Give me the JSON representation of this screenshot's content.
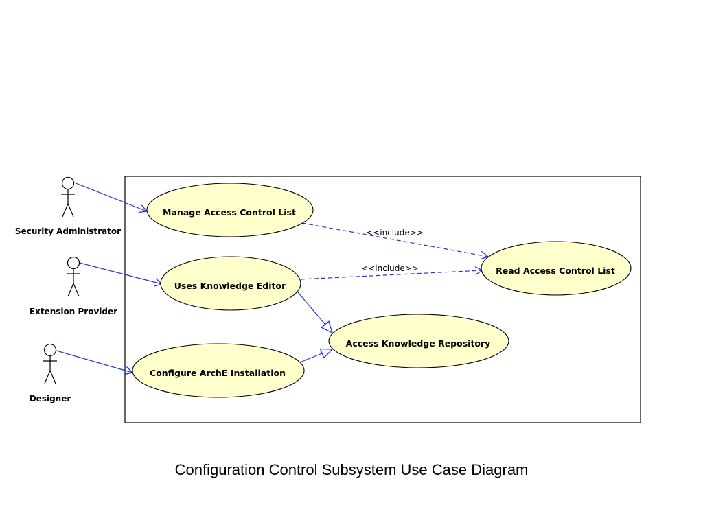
{
  "caption": "Configuration Control Subsystem Use Case Diagram",
  "colors": {
    "usecase_fill": "#ffffcc",
    "connector": "#2233dd",
    "outline": "#000000"
  },
  "actors": [
    {
      "id": "security-administrator",
      "label": "Security Administrator"
    },
    {
      "id": "extension-provider",
      "label": "Extension Provider"
    },
    {
      "id": "designer",
      "label": "Designer"
    }
  ],
  "use_cases": [
    {
      "id": "manage-acl",
      "label": "Manage Access Control List"
    },
    {
      "id": "uses-knowledge-editor",
      "label": "Uses Knowledge Editor"
    },
    {
      "id": "configure-arche",
      "label": "Configure ArchE Installation"
    },
    {
      "id": "read-acl",
      "label": "Read Access Control List"
    },
    {
      "id": "access-knowledge-repository",
      "label": "Access Knowledge Repository"
    }
  ],
  "relationships": [
    {
      "type": "association",
      "from": "security-administrator",
      "to": "manage-acl"
    },
    {
      "type": "association",
      "from": "extension-provider",
      "to": "uses-knowledge-editor"
    },
    {
      "type": "association",
      "from": "designer",
      "to": "configure-arche"
    },
    {
      "type": "include",
      "label": "<<include>>",
      "from": "manage-acl",
      "to": "read-acl"
    },
    {
      "type": "include",
      "label": "<<include>>",
      "from": "uses-knowledge-editor",
      "to": "read-acl"
    },
    {
      "type": "generalization",
      "from": "uses-knowledge-editor",
      "to": "access-knowledge-repository"
    },
    {
      "type": "generalization",
      "from": "configure-arche",
      "to": "access-knowledge-repository"
    }
  ]
}
